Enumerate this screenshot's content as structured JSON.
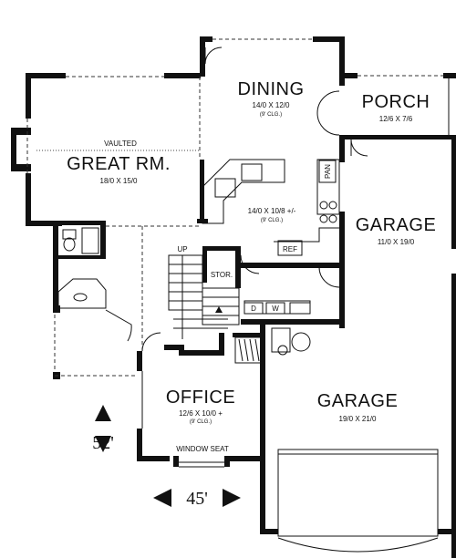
{
  "rooms": {
    "dining": {
      "name": "DINING",
      "dims": "14/0  X  12/0",
      "ceiling": "(9' CLG.)"
    },
    "porch": {
      "name": "PORCH",
      "dims": "12/6  X  7/6"
    },
    "great": {
      "name": "GREAT RM.",
      "dims": "18/0  X  15/0",
      "note": "VAULTED"
    },
    "kitchen": {
      "dims": "14/0  X  10/8  +/-",
      "ceiling": "(9' CLG.)"
    },
    "garage1": {
      "name": "GARAGE",
      "dims": "11/0  X  19/0"
    },
    "garage2": {
      "name": "GARAGE",
      "dims": "19/0  X  21/0"
    },
    "office": {
      "name": "OFFICE",
      "dims": "12/6  X  10/0  +",
      "ceiling": "(9' CLG.)",
      "seat": "WINDOW SEAT"
    }
  },
  "labels": {
    "up": "UP",
    "stor": "STOR.",
    "ref": "REF",
    "pan": "PAN",
    "dryer": "D",
    "washer": "W"
  },
  "overall": {
    "depth": "52'",
    "width": "45'"
  }
}
